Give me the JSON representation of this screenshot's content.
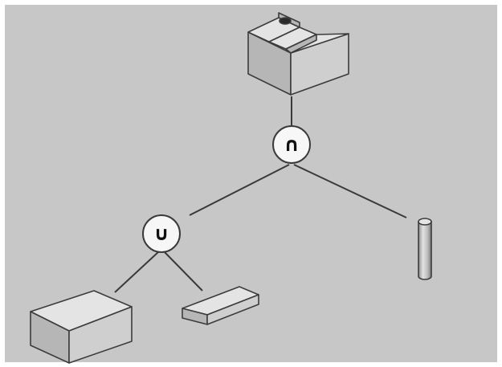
{
  "diagram": {
    "type": "csg-tree",
    "colors": {
      "background": "#c7c7c7",
      "frame": "#ffffff",
      "edge": "#3a3a3a",
      "node_fill": "#f7f7f7",
      "face_top": "#e4e4e4",
      "face_front": "#cfcfcf",
      "face_side": "#b6b6b6",
      "outline": "#3c3c3c"
    },
    "operators": {
      "intersection": "∩",
      "union": "∪"
    },
    "nodes": [
      {
        "id": "result",
        "kind": "solid",
        "shape": "notched block with hole"
      },
      {
        "id": "intersection",
        "kind": "operator",
        "symbol": "∩"
      },
      {
        "id": "union",
        "kind": "operator",
        "symbol": "∪"
      },
      {
        "id": "cylinder",
        "kind": "solid",
        "shape": "cylinder"
      },
      {
        "id": "big-box",
        "kind": "solid",
        "shape": "box"
      },
      {
        "id": "flat-box",
        "kind": "solid",
        "shape": "flat slab"
      }
    ],
    "edges": [
      [
        "result",
        "intersection"
      ],
      [
        "intersection",
        "union"
      ],
      [
        "intersection",
        "cylinder"
      ],
      [
        "union",
        "big-box"
      ],
      [
        "union",
        "flat-box"
      ]
    ]
  }
}
